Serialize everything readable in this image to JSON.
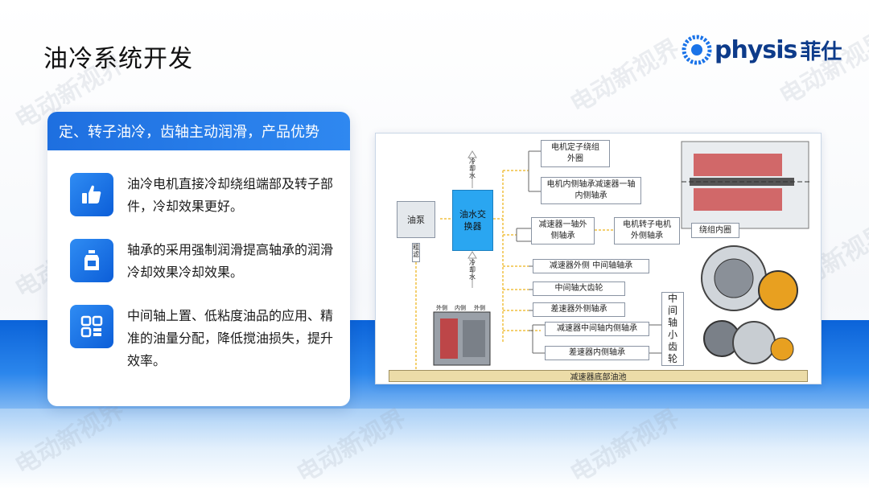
{
  "watermark": "电动新视界",
  "page": {
    "title": "油冷系统开发"
  },
  "logo": {
    "text": "physis",
    "cn": "菲仕"
  },
  "card": {
    "header": "定、转子油冷，齿轴主动润滑，产品优势",
    "features": [
      {
        "icon": "thumbs-up-icon",
        "text": "油冷电机直接冷却绕组端部及转子部件，冷却效果更好。"
      },
      {
        "icon": "oil-bottle-icon",
        "text": "轴承的采用强制润滑提高轴承的润滑冷却效果冷却效果。"
      },
      {
        "icon": "grid-apps-icon",
        "text": "中间轴上置、低粘度油品的应用、精准的油量分配，降低搅油损失，提升效率。"
      }
    ]
  },
  "diagram": {
    "pump": "油泵",
    "exchanger": "油水交换器",
    "coolant_out": "冷却水",
    "coolant_in": "冷却水",
    "filter": "粗滤",
    "stator": "电机定子绕组外圈",
    "inner_bearing": "电机内侧轴承减速器一轴内侧轴承",
    "reducer_outer": "减速器一轴外侧轴承",
    "rotor": "电机转子电机外侧轴承",
    "winding_ring": "绕组内圈",
    "reducer_mid": "减速器外侧 中间轴轴承",
    "mid_gear": "中间轴大齿轮",
    "diff_outer": "差速器外侧轴承",
    "reducer_inner_mid": "减速器中间轴内侧轴承",
    "diff_inner": "差速器内侧轴承",
    "small_gear": "中间轴小齿轮",
    "sump": "减速器底部油池",
    "side_labels": [
      "外侧",
      "内侧",
      "外侧"
    ]
  },
  "colors": {
    "accent": "#1e6fe0",
    "exchanger": "#2aa6f1",
    "flow": "#f0c040",
    "sump": "#ecdca8"
  }
}
